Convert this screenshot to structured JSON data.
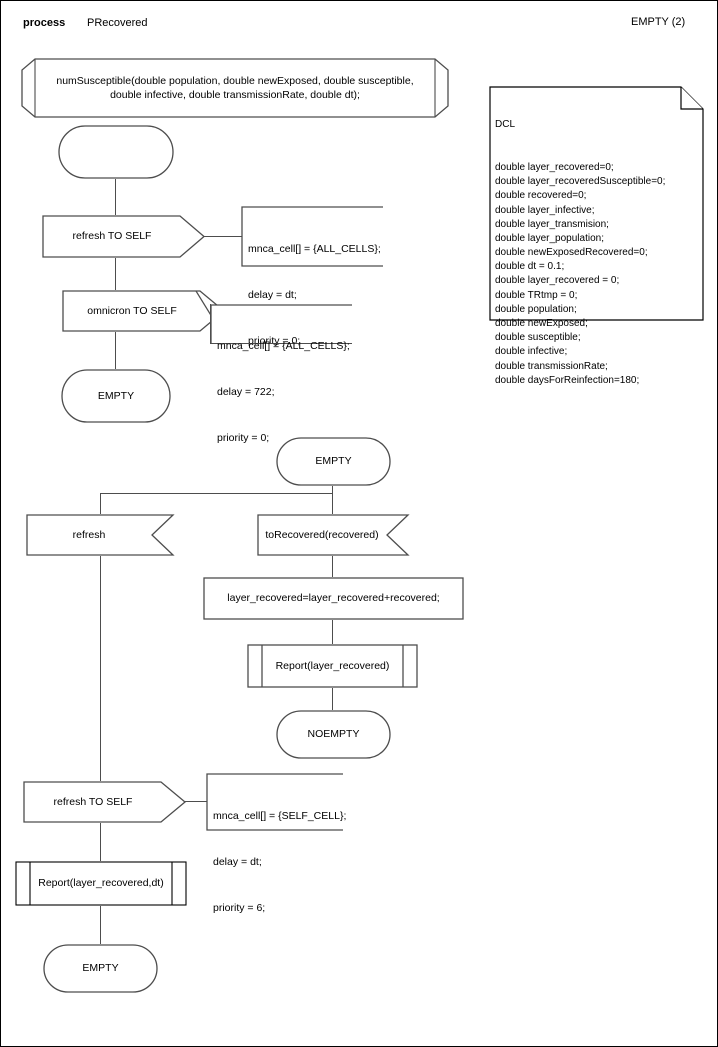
{
  "header": {
    "keyword": "process",
    "process_name": "PRecovered",
    "right_label": "EMPTY (2)"
  },
  "dcl": {
    "title": "DCL",
    "lines": [
      "double layer_recovered=0;",
      "double layer_recoveredSusceptible=0;",
      "double recovered=0;",
      "double layer_infective;",
      "double layer_transmision;",
      "double layer_population;",
      "double newExposedRecovered=0;",
      "double dt = 0.1;",
      "double layer_recovered = 0;",
      "double TRtmp = 0;",
      "double population;",
      "double newExposed;",
      "double susceptible;",
      "double infective;",
      "double transmissionRate;",
      "double daysForReinfection=180;"
    ]
  },
  "nodes": {
    "procedure_signature": {
      "line1": "numSusceptible(double population, double newExposed, double susceptible,",
      "line2": "double infective, double transmissionRate, double dt);"
    },
    "state_start": {
      "label": ""
    },
    "output_refresh_self_1": {
      "label": "refresh TO SELF"
    },
    "output_omnicron_self": {
      "label": "omnicron TO SELF"
    },
    "state_empty_1": {
      "label": "EMPTY"
    },
    "state_empty_2": {
      "label": "EMPTY"
    },
    "input_refresh": {
      "label": "refresh"
    },
    "input_torecovered": {
      "label": "toRecovered(recovered)"
    },
    "task_layer_recovered": {
      "label": "layer_recovered=layer_recovered+recovered;"
    },
    "call_report_1": {
      "label": "Report(layer_recovered)"
    },
    "state_noempty": {
      "label": "NOEMPTY"
    },
    "output_refresh_self_2": {
      "label": "refresh TO SELF"
    },
    "call_report_2": {
      "label": "Report(layer_recovered,dt)"
    },
    "state_empty_3": {
      "label": "EMPTY"
    }
  },
  "comments": {
    "comment_refresh_1": {
      "line1": "mnca_cell[] = {ALL_CELLS};",
      "line2": "delay = dt;",
      "line3": "priority = 0;"
    },
    "comment_omnicron": {
      "line1": "mnca_cell[] = {ALL_CELLS};",
      "line2": "delay = 722;",
      "line3": "priority = 0;"
    },
    "comment_refresh_2": {
      "line1": "mnca_cell[] = {SELF_CELL};",
      "line2": "delay = dt;",
      "line3": "priority = 6;"
    }
  },
  "colors": {
    "stroke": "#4d4d4d",
    "stroke_dark": "#000000",
    "background": "#ffffff"
  }
}
